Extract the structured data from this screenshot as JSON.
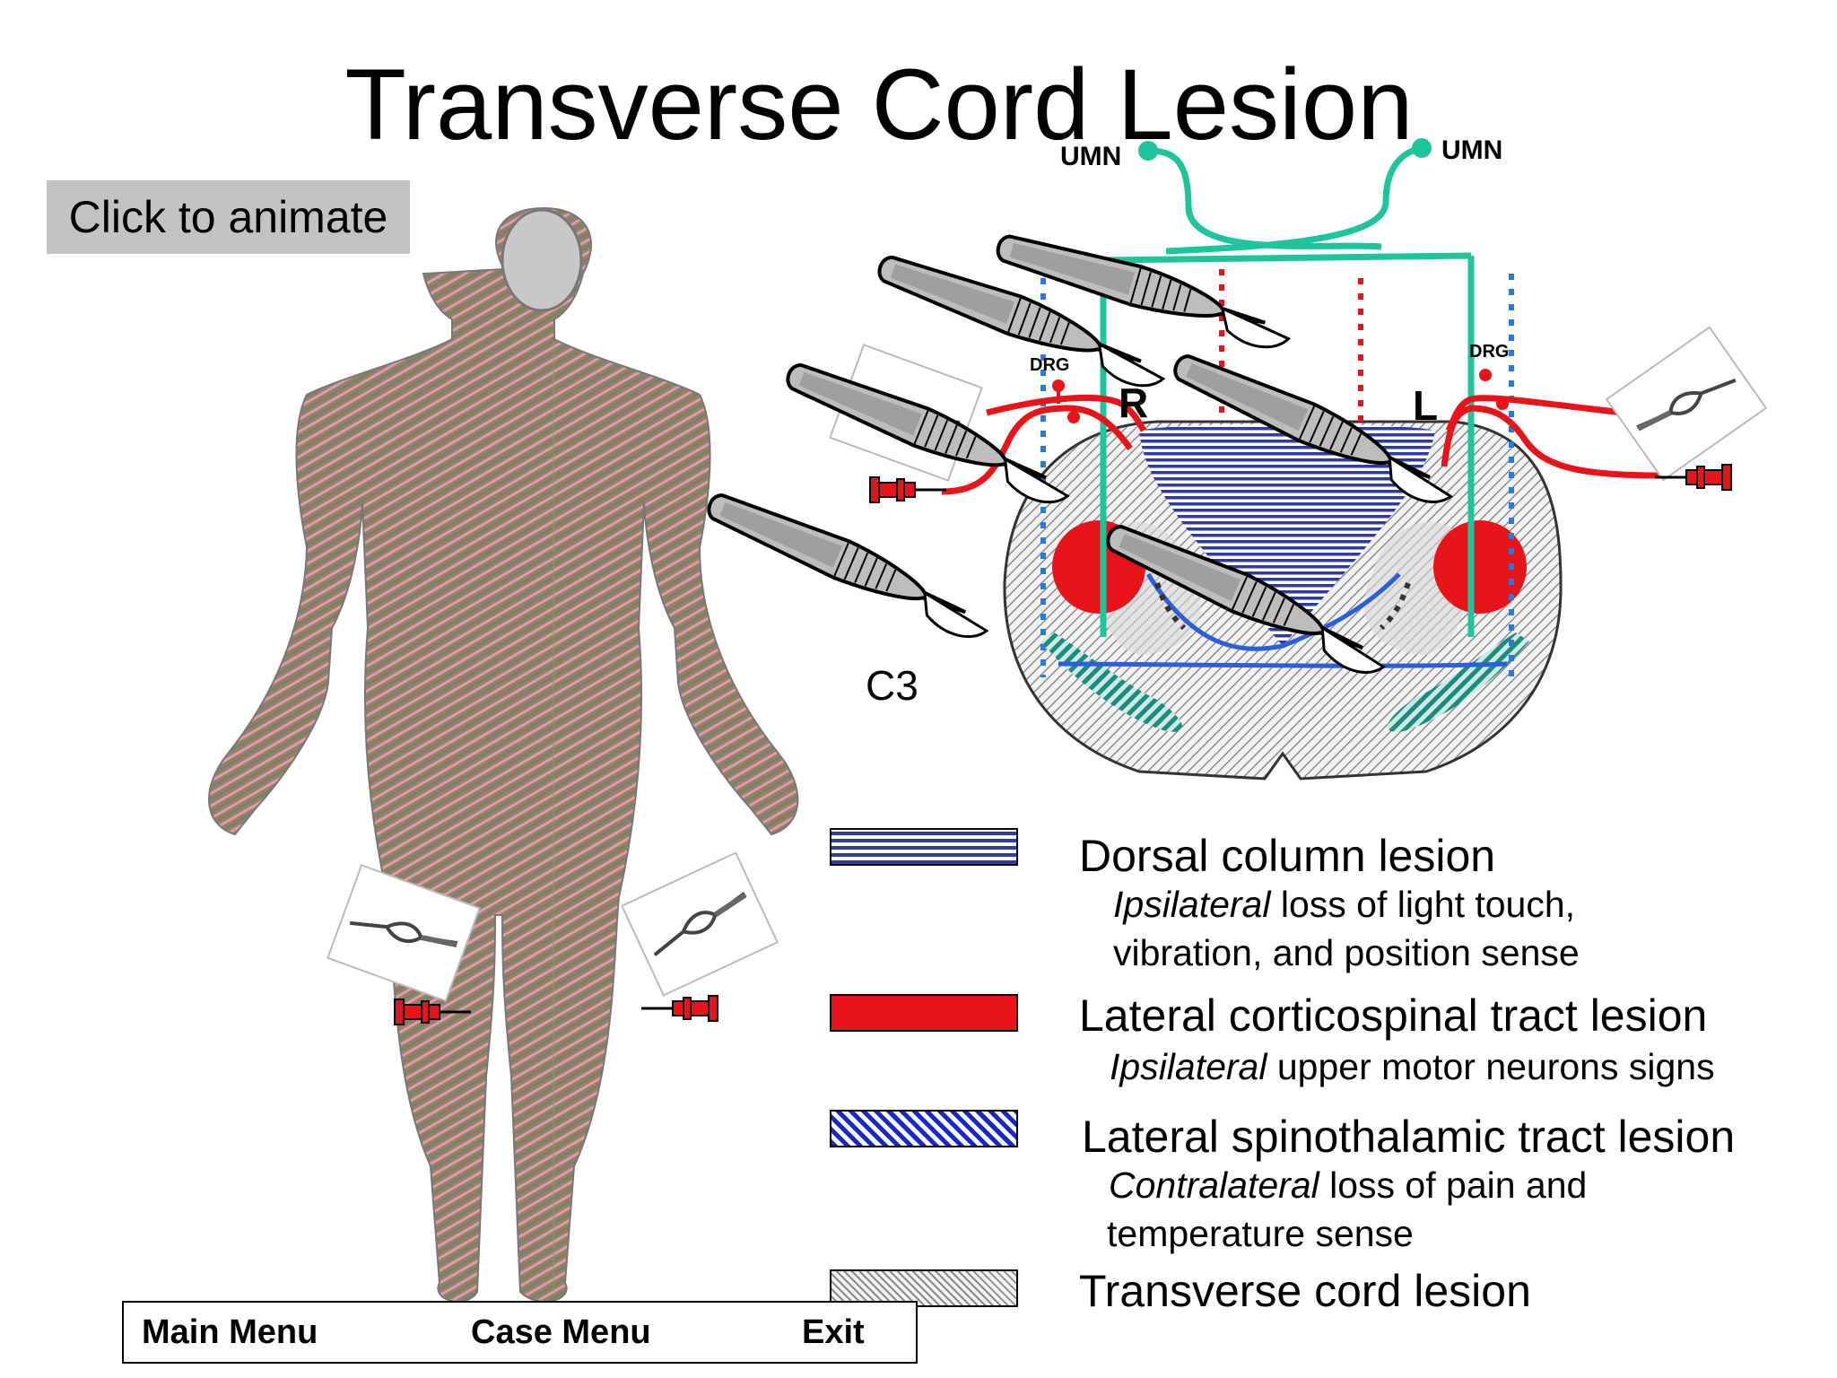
{
  "title": "Transverse Cord Lesion",
  "animate_button": "Click to animate",
  "diagram_labels": {
    "umn_left": "UMN",
    "umn_right": "UMN",
    "drg_left": "DRG",
    "drg_right": "DRG",
    "side_r": "R",
    "side_l": "L",
    "level": "C3"
  },
  "legend": [
    {
      "heading": "Dorsal column lesion",
      "desc_em": "Ipsilateral",
      "desc_rest": " loss of light touch,",
      "desc_line2": "vibration, and position sense"
    },
    {
      "heading": "Lateral corticospinal tract lesion",
      "desc_em": "Ipsilateral",
      "desc_rest": " upper motor neurons signs",
      "desc_line2": ""
    },
    {
      "heading": "Lateral spinothalamic tract lesion",
      "desc_em": "Contralateral",
      "desc_rest": " loss of pain and",
      "desc_line2": "temperature sense"
    },
    {
      "heading": "Transverse cord lesion",
      "desc_em": "",
      "desc_rest": "",
      "desc_line2": ""
    }
  ],
  "nav": {
    "main_menu": "Main Menu",
    "case_menu": "Case Menu",
    "exit": "Exit"
  },
  "colors": {
    "umn_tract": "#1ec49b",
    "sensory_red": "#e8141a",
    "spinothalamic_blue": "#2b5fd9",
    "dorsal_column": "#3336b8",
    "hatch_gray": "#9a9a9a",
    "body_skin": "#9e7467"
  }
}
